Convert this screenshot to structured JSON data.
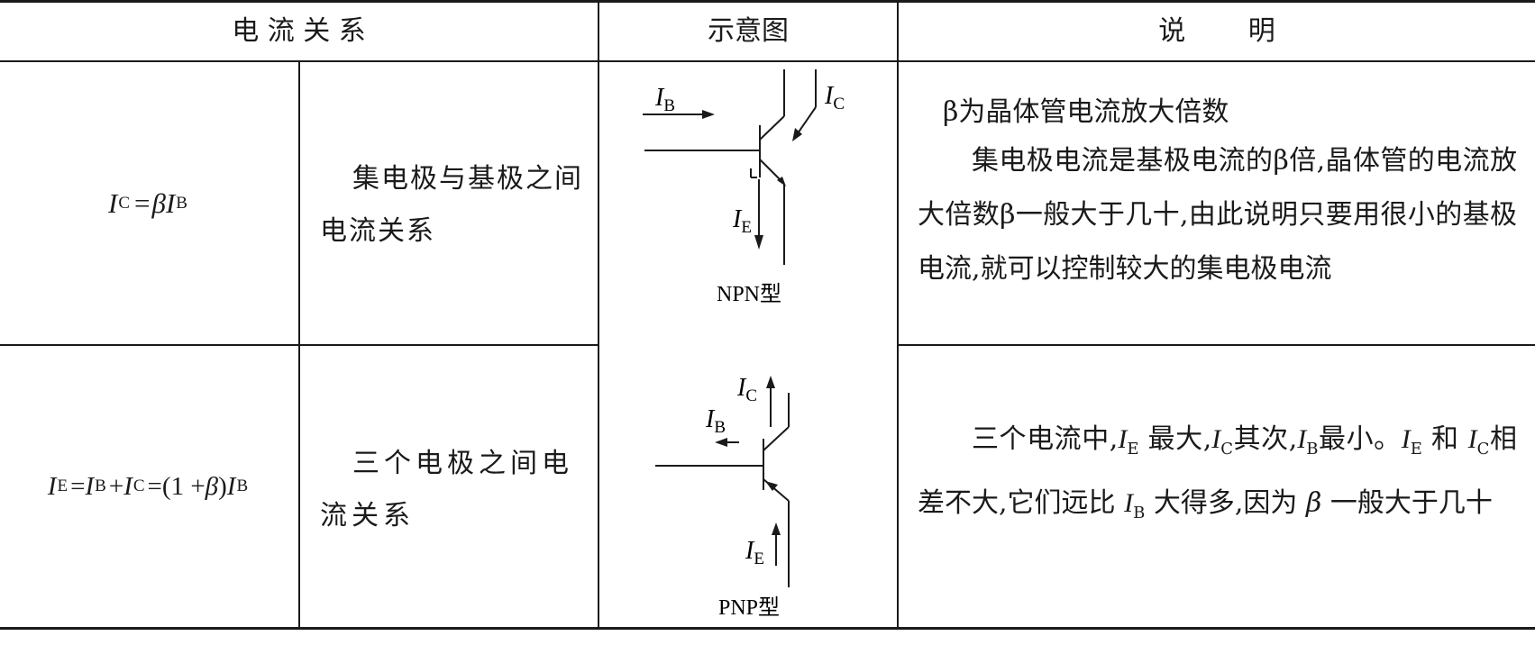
{
  "header": {
    "col1": "电 流 关 系",
    "col2": "示意图",
    "col3": "说 明"
  },
  "rows": [
    {
      "formula": [
        "I",
        "C",
        "=",
        "β",
        "I",
        "B"
      ],
      "relation": "集电极与基极之间电流关系",
      "diagram_label": "NPN型",
      "diagram_currents": [
        "I",
        "B",
        "C",
        "E"
      ],
      "description": {
        "line1": "β为晶体管电流放大倍数",
        "line2": "集电极电流是基极电流的β倍,晶体管的电流放大倍数β一般大于几十,由此说明只要用很小的基极电流,就可以控制较大的集电极电流"
      }
    },
    {
      "formula": [
        "I",
        "E",
        "=",
        "I",
        "B",
        "+",
        "I",
        "C",
        "=",
        "(1 +",
        "β",
        ")",
        "I",
        "B"
      ],
      "relation": "三个电极之间电流关系",
      "diagram_label": "PNP型",
      "diagram_currents": [
        "I",
        "B",
        "C",
        "E"
      ],
      "description": {
        "text_a": "三个电流中,",
        "ie": "I",
        "ie_sub": "E",
        "text_b": "最大,",
        "ic": "I",
        "ic_sub": "C",
        "text_c": "其次,",
        "ib": "I",
        "ib_sub": "B",
        "text_d": "最小。",
        "text_e": "和",
        "text_f": "相差不大,它们远比",
        "text_g": "大得多,因为",
        "beta": "β",
        "text_h": "一般大于几十"
      }
    }
  ]
}
